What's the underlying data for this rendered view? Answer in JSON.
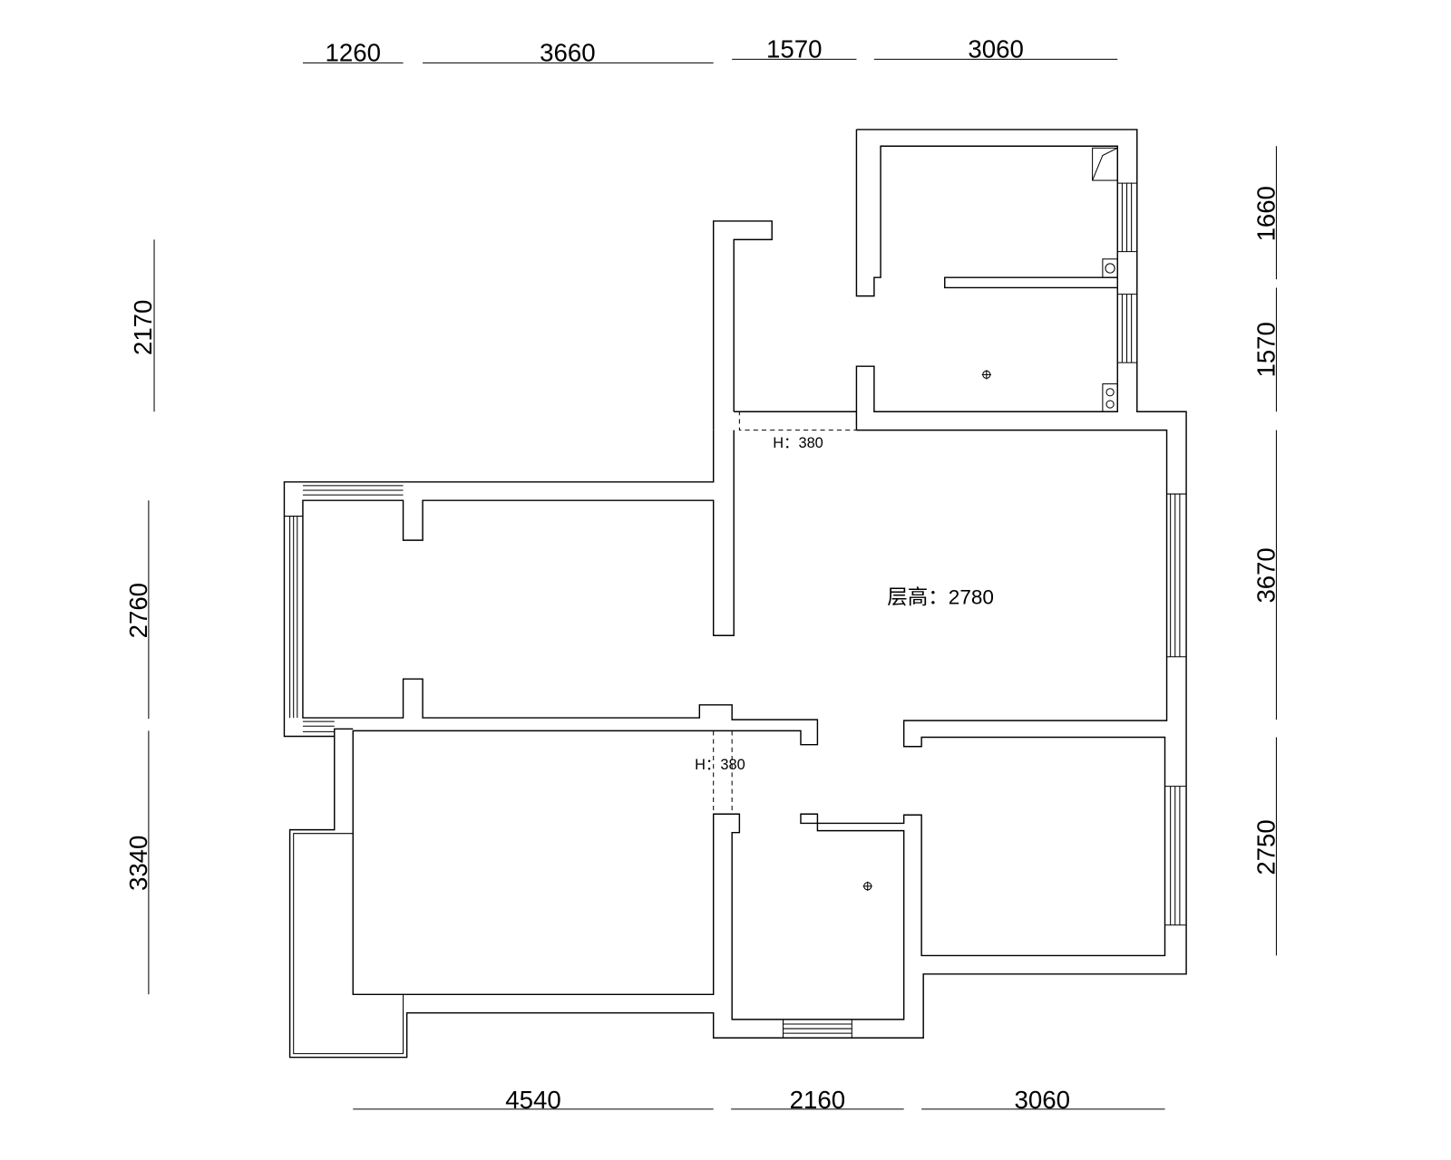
{
  "dimensions": {
    "top": [
      "1260",
      "3660",
      "1570",
      "3060"
    ],
    "bottom": [
      "4540",
      "2160",
      "3060"
    ],
    "left": [
      "2170",
      "2760",
      "3340"
    ],
    "right": [
      "1660",
      "1570",
      "3670",
      "2750"
    ]
  },
  "notes": {
    "ceiling_height": "层高：2780",
    "beam_upper": "H：380",
    "beam_lower": "H：380"
  }
}
